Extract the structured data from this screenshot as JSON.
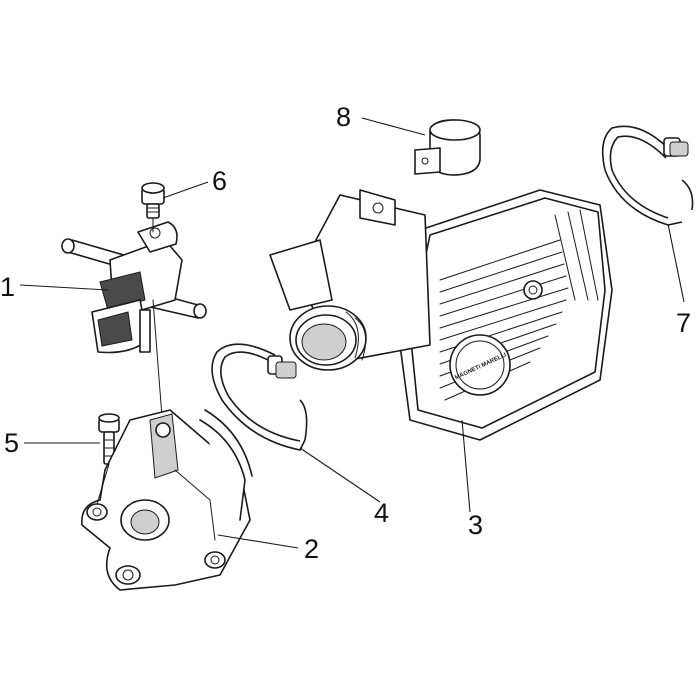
{
  "diagram": {
    "callouts": [
      {
        "id": "1",
        "label": "1"
      },
      {
        "id": "2",
        "label": "2"
      },
      {
        "id": "3",
        "label": "3"
      },
      {
        "id": "4",
        "label": "4"
      },
      {
        "id": "5",
        "label": "5"
      },
      {
        "id": "6",
        "label": "6"
      },
      {
        "id": "7",
        "label": "7"
      },
      {
        "id": "8",
        "label": "8"
      }
    ],
    "logo_text": "MAGNETI MARELLI"
  }
}
